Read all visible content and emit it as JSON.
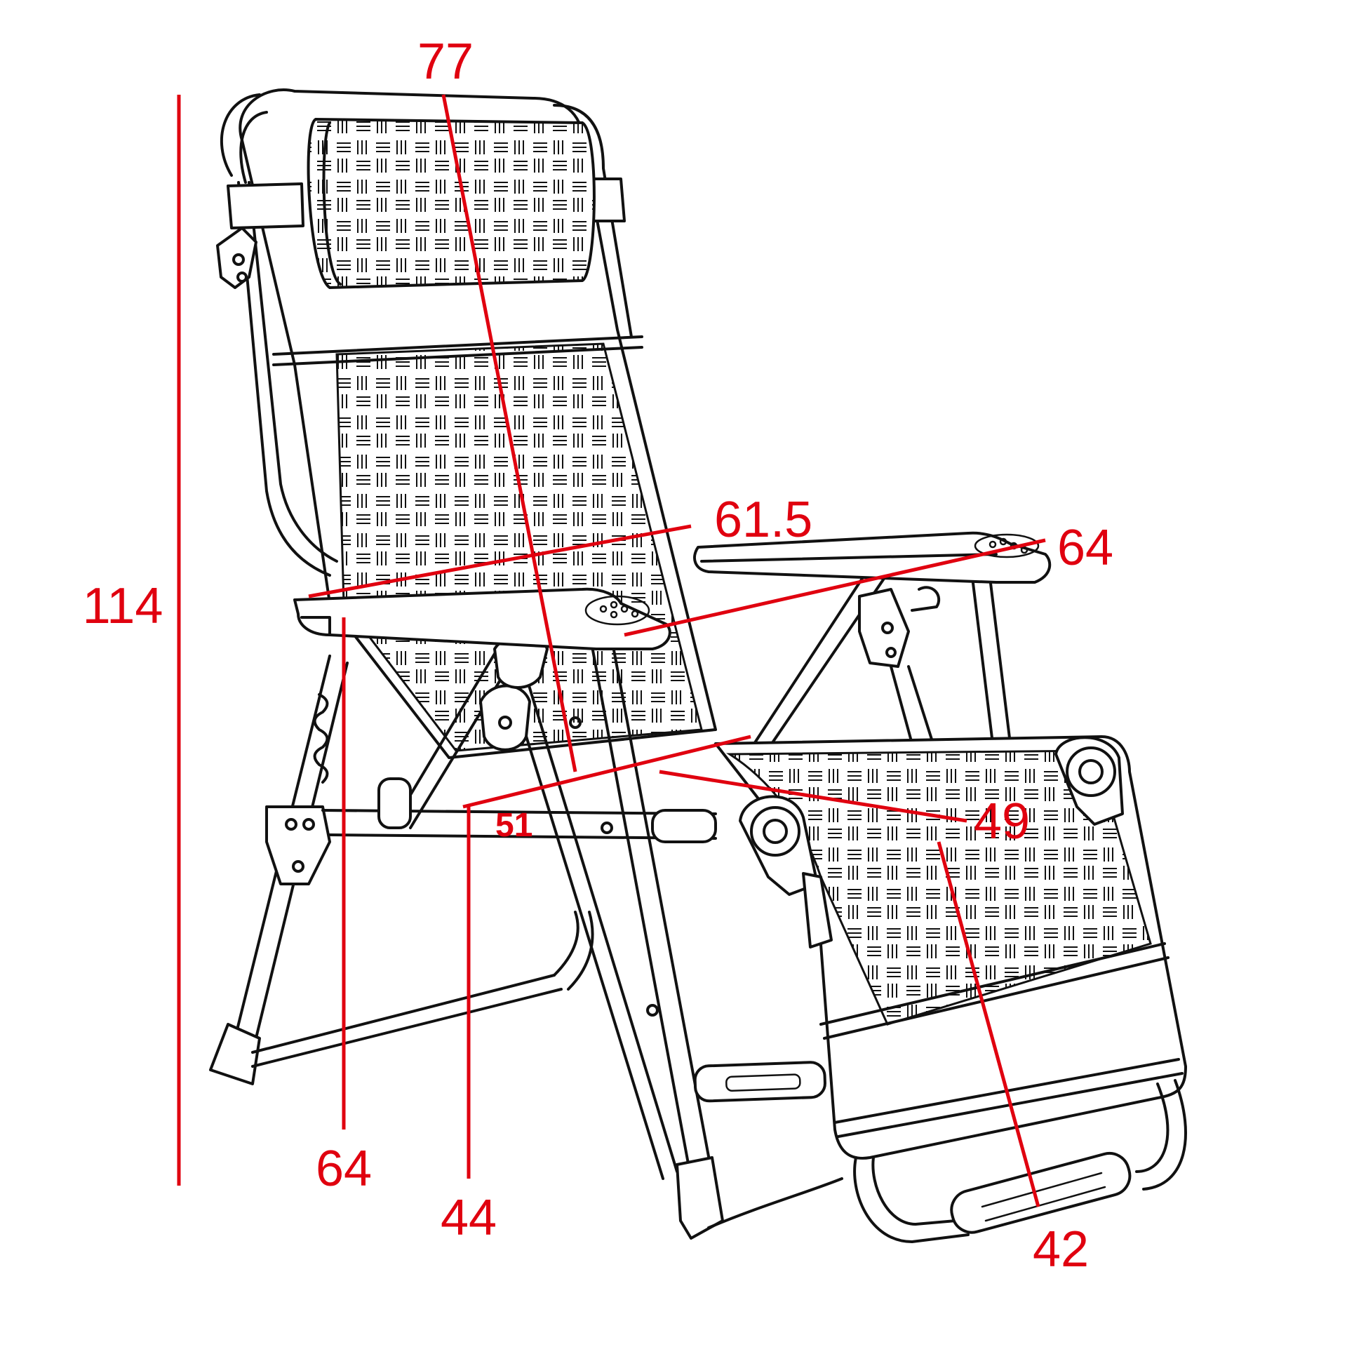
{
  "colors": {
    "dimension": "#e0000f",
    "outline": "#111111",
    "background": "#ffffff"
  },
  "dimensions": {
    "overall_height": "114",
    "backrest_length": "77",
    "armrest_width": "61.5",
    "armrest_length": "64",
    "armrest_height": "64",
    "seat_height": "44",
    "seat_depth": "51",
    "leg_rest_width": "49",
    "leg_rest_length": "42"
  }
}
